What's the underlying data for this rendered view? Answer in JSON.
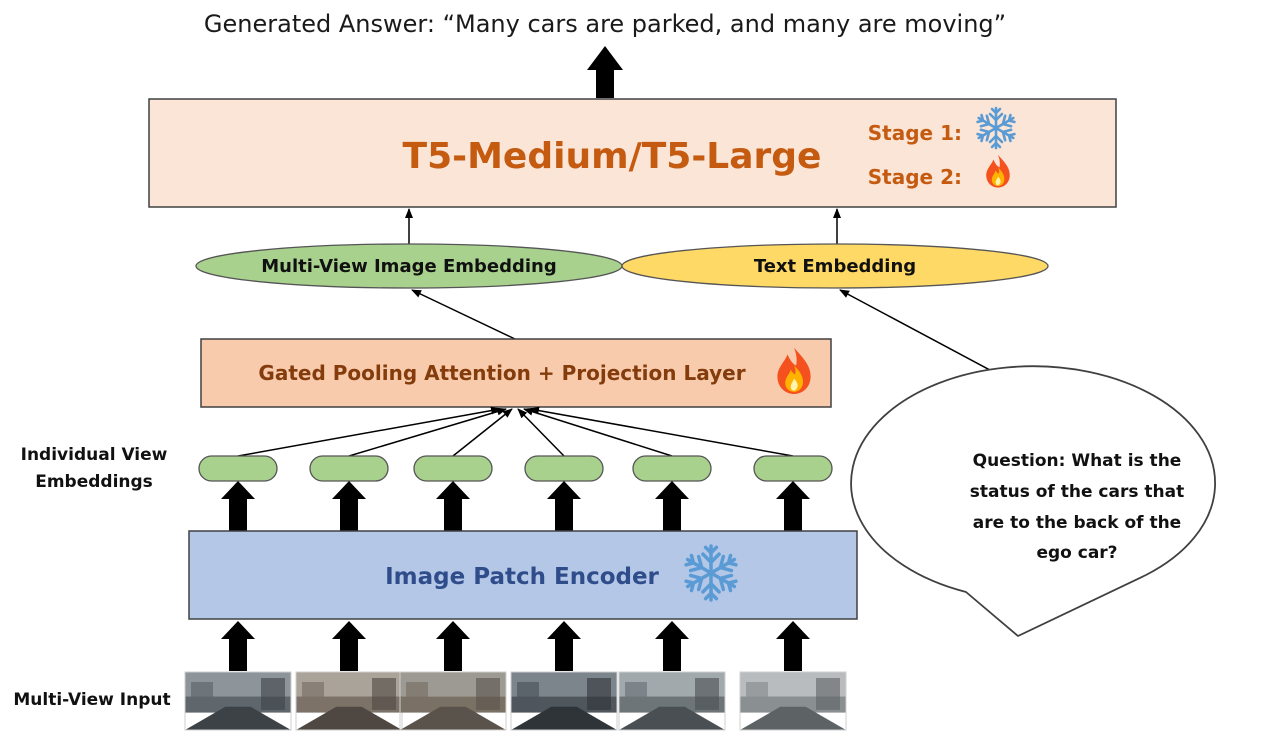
{
  "answer": {
    "text": "Generated Answer: “Many cars are parked, and many are moving”"
  },
  "llm": {
    "title": "T5-Medium/T5-Large",
    "stage1_label": "Stage 1:",
    "stage1_icon": "snowflake-icon",
    "stage2_label": "Stage 2:",
    "stage2_icon": "fire-icon"
  },
  "embeddings": {
    "image_label": "Multi-View Image Embedding",
    "text_label": "Text Embedding"
  },
  "gpa": {
    "label": "Gated Pooling Attention + Projection Layer",
    "icon": "fire-icon"
  },
  "view_embeddings": {
    "label_line1": "Individual View",
    "label_line2": "Embeddings",
    "count": 6
  },
  "encoder": {
    "label": "Image Patch Encoder",
    "icon": "snowflake-icon"
  },
  "input": {
    "label": "Multi-View Input"
  },
  "question": {
    "lines": [
      "Question: What is the",
      "status of the cars that",
      "are to the back of the",
      "ego car?"
    ]
  },
  "colors": {
    "llm_fill": "#fbe5d6",
    "llm_text": "#c55a11",
    "image_emb_fill": "#a9d18e",
    "text_emb_fill": "#ffd966",
    "gpa_fill": "#f8cbad",
    "gpa_text": "#843c0c",
    "encoder_fill": "#b4c7e7",
    "encoder_text": "#2f4d8a",
    "snowflake": "#5b9bd5",
    "fire": "#f4511e"
  }
}
